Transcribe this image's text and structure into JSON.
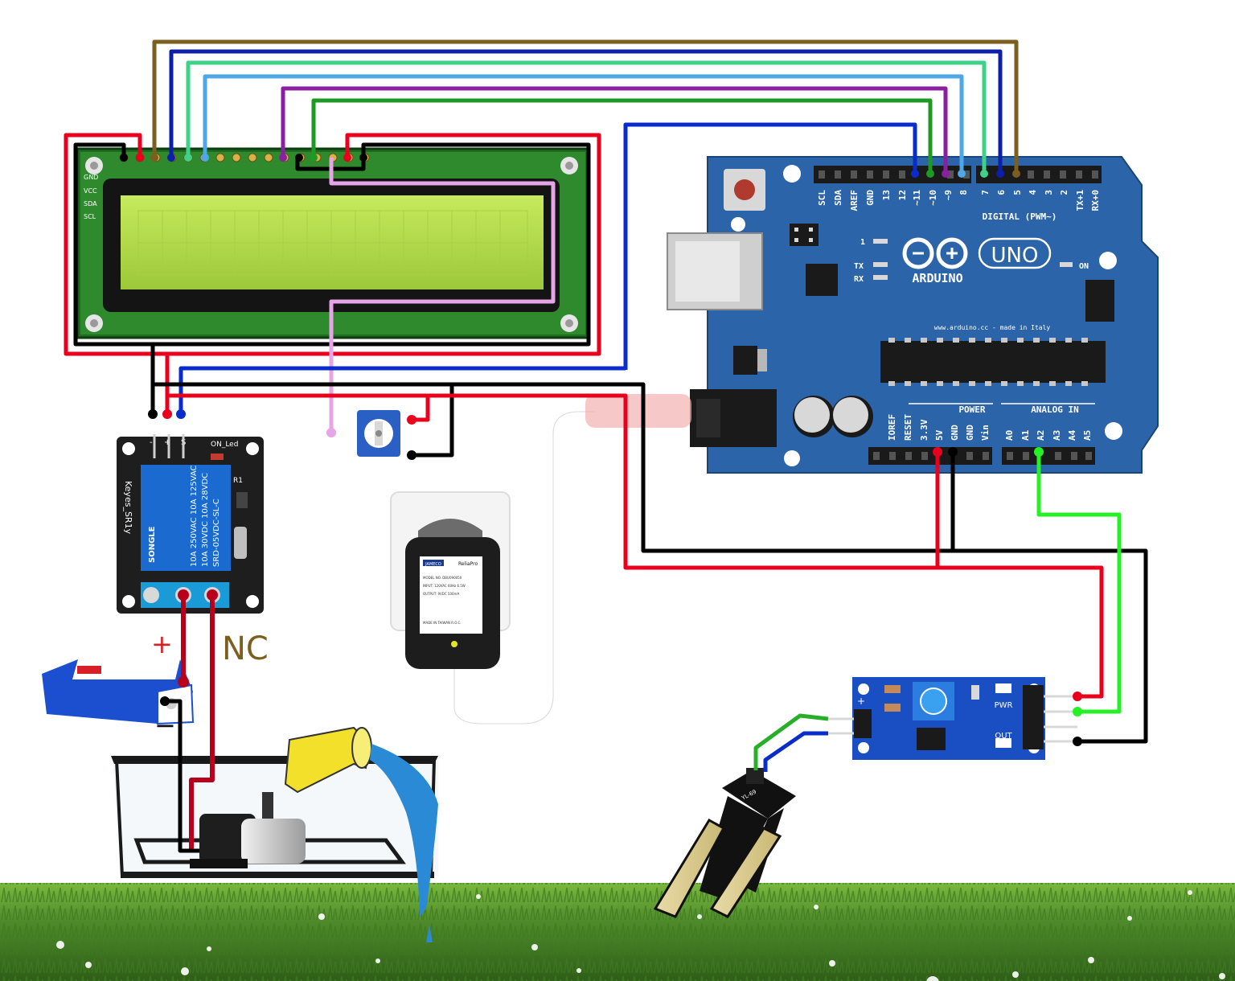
{
  "lcd": {
    "pin_labels": [
      "GND",
      "VCC",
      "SDA",
      "SCL"
    ]
  },
  "arduino": {
    "brand": "ARDUINO",
    "model": "UNO",
    "site_text": "www.arduino.cc - made in Italy",
    "on_label": "ON",
    "tx_label": "TX",
    "rx_label": "RX",
    "icsp_label": "1",
    "digital_header": "DIGITAL (PWM~)",
    "digital_pins": [
      "SCL",
      "SDA",
      "AREF",
      "GND",
      "13",
      "12",
      "~11",
      "~10",
      "~9",
      "8",
      "7",
      "6",
      "5",
      "4",
      "3",
      "2",
      "TX+1",
      "RX+0"
    ],
    "power_header": "POWER",
    "power_pins": [
      "IOREF",
      "RESET",
      "3.3V",
      "5V",
      "GND",
      "GND",
      "Vin"
    ],
    "analog_header": "ANALOG IN",
    "analog_pins": [
      "A0",
      "A1",
      "A2",
      "A3",
      "A4",
      "A5"
    ]
  },
  "relay": {
    "module_label": "Keyes_SR1y",
    "on_led": "ON_Led",
    "r_label": "R1",
    "pins": [
      "-",
      "+",
      "S"
    ],
    "relay_brand": "SONGLE",
    "relay_ratings": [
      "10A 250VAC 10A 125VAC",
      "10A 30VDC 10A 28VDC",
      "SRD-05VDC-SL-C"
    ],
    "nc_label": "NC"
  },
  "battery": {
    "plus": "+",
    "minus": "−"
  },
  "adapter": {
    "brand": "JAMECO",
    "sub_brand": "ReliaPro",
    "lines": [
      "MODEL NO. DBU090050",
      "INPUT: 120VAC 60Hz 6.5W",
      "OUTPUT: 9VDC 500mA",
      "MADE IN TAIWAN R.O.C."
    ]
  },
  "sensor_module": {
    "pwr_label": "PWR",
    "out_label": "OUT",
    "minus": "−",
    "plus": "+"
  },
  "probe": {
    "label": "YL-69"
  },
  "colors": {
    "gnd_wire": "#000000",
    "vcc_wire": "#e8001c",
    "signal_blue": "#0a2ccc",
    "signal_green": "#27b027",
    "lcd_olive": "#7a5f1e",
    "lcd_navy": "#0b1fa8",
    "lcd_mint": "#3fd08a",
    "lcd_sky": "#4ea7e6",
    "lcd_purple": "#8a1fa0",
    "lcd_green": "#1e9a24",
    "lcd_contrast_pink": "#e6a5e6",
    "arduino_blue": "#2b64a8",
    "grass": "#4e8a2a"
  }
}
